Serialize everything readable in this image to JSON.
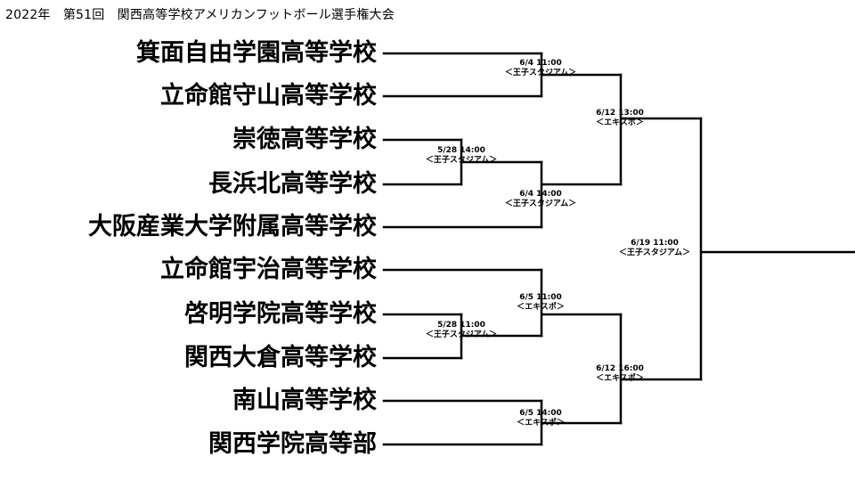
{
  "title": "2022年　第51回　関西高等学校アメリカンフットボール選手権大会",
  "teams": [
    "箕面自由学園高等学校",
    "立命館守山高等学校",
    "崇徳高等学校",
    "長浜北高等学校",
    "大阪産業大学附属高等学校",
    "立命館宇治高等学校",
    "啓明学院高等学校",
    "関西大倉高等学校",
    "南山高等学校",
    "関西学院高等部"
  ],
  "games": {
    "r1_top": {
      "datetime": "5/28 14:00",
      "venue": "＜王子スタジアム＞"
    },
    "r1_bottom": {
      "datetime": "5/28 11:00",
      "venue": "＜王子スタジアム＞"
    },
    "r2_a": {
      "datetime": "6/4 11:00",
      "venue": "＜王子スタジアム＞"
    },
    "r2_b": {
      "datetime": "6/4 14:00",
      "venue": "＜王子スタジアム＞"
    },
    "r2_c": {
      "datetime": "6/5 11:00",
      "venue": "＜エキスポ＞"
    },
    "r2_d": {
      "datetime": "6/5 14:00",
      "venue": "＜エキスポ＞"
    },
    "semi_top": {
      "datetime": "6/12 13:00",
      "venue": "＜エキスポ＞"
    },
    "semi_bottom": {
      "datetime": "6/12 16:00",
      "venue": "＜エキスポ＞"
    },
    "final": {
      "datetime": "6/19 11:00",
      "venue": "＜王子スタジアム＞"
    }
  }
}
